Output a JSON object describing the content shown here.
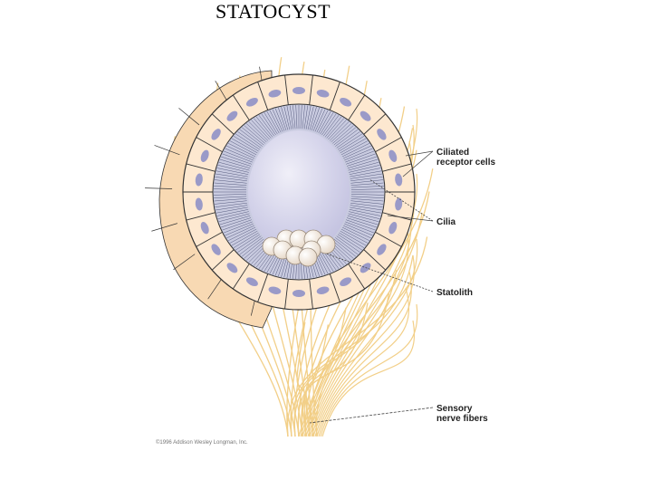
{
  "slide": {
    "title": "STATOCYST"
  },
  "figure": {
    "labels": {
      "ciliated_receptor_cells": [
        "Ciliated",
        "receptor cells"
      ],
      "cilia": "Cilia",
      "statolith": "Statolith",
      "sensory_nerve_fibers": [
        "Sensory",
        "nerve fibers"
      ]
    },
    "credit": "©1996 Addison Wesley Longman, Inc."
  },
  "colors": {
    "cell_fill": "#fde8d0",
    "cell_stroke": "#333333",
    "nucleus": "#9a9ac8",
    "cilia_band": "#9b9fc0",
    "lumen": "#d8d7ea",
    "statolith": "#f5ebe0",
    "nerve_fiber": "#f2cf88",
    "back_layer": "#f8d9b3"
  }
}
